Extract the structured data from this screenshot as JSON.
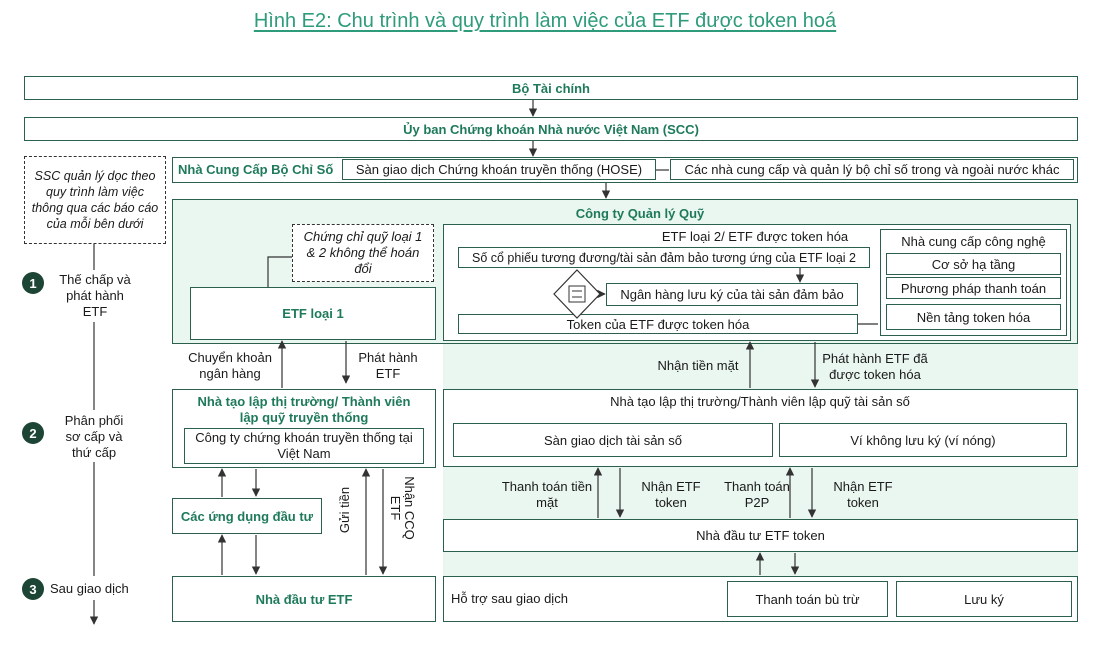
{
  "title": "Hình E2: Chu trình và quy trình làm việc của ETF được token hoá",
  "top": {
    "ministry": "Bộ Tài chính",
    "scc": "Ủy ban Chứng khoán Nhà nước Việt Nam (SCC)"
  },
  "index_providers": {
    "label": "Nhà Cung Cấp Bộ Chỉ Số",
    "hose": "Sàn giao dịch Chứng khoán truyền thống (HOSE)",
    "others": "Các nhà cung cấp và quản lý bộ chỉ số trong và ngoài nước khác"
  },
  "ssc_note": "SSC quản lý dọc theo quy trình làm việc thông qua các báo cáo của mỗi bên dưới",
  "stages": [
    {
      "num": "1",
      "label": "Thế chấp và phát hành ETF"
    },
    {
      "num": "2",
      "label": "Phân phối sơ cấp và thứ cấp"
    },
    {
      "num": "3",
      "label": "Sau giao dịch"
    }
  ],
  "fund_manager": {
    "title": "Công ty Quản lý Quỹ",
    "etf1": "ETF loại 1",
    "etf1_note": "Chứng chỉ quỹ loại 1 & 2 không thể hoán đổi",
    "etf2_title": "ETF loại 2/ ETF được token hóa",
    "shares_equiv": "Số cổ phiếu tương đương/tài sản đảm bảo tương ứng của ETF loại 2",
    "custodian_bank": "Ngân hàng lưu ký của tài sản đảm bảo",
    "token": "Token của ETF được token hóa",
    "tech_title": "Nhà cung cấp công nghệ",
    "tech_items": [
      "Cơ sở hạ tầng",
      "Phương pháp thanh toán",
      "Nền tảng token hóa"
    ]
  },
  "flows": {
    "bank_transfer": "Chuyển khoản ngân hàng",
    "issue_etf": "Phát hành ETF",
    "receive_cash": "Nhận tiền mặt",
    "issue_tokenized": "Phát hành ETF đã được token hóa",
    "deposit": "Gửi tiền",
    "receive_ccq": "Nhận CCQ ETF",
    "pay_cash": "Thanh toán tiền mặt",
    "receive_token_1": "Nhận ETF token",
    "pay_p2p": "Thanh toán P2P",
    "receive_token_2": "Nhận ETF token"
  },
  "market_makers": {
    "traditional_title": "Nhà tạo lập thị trường/ Thành viên lập quỹ truyền thống",
    "traditional_company": "Công ty chứng khoán truyền thống tại Việt Nam",
    "digital_title": "Nhà tạo lập thị trường/Thành viên lập quỹ tài sản số",
    "digital_exchange": "Sàn giao dịch tài sản số",
    "wallet": "Ví không lưu ký (ví nóng)"
  },
  "investment_apps": "Các ứng dụng đầu tư",
  "etf_token_investor": "Nhà đầu tư ETF token",
  "etf_investor": "Nhà đầu tư ETF",
  "post_trade": {
    "label": "Hỗ trợ sau giao dịch",
    "clearing": "Thanh toán bù trừ",
    "custody": "Lưu ký"
  },
  "colors": {
    "accent": "#1e7a5a",
    "panel": "#eaf6f0",
    "dark": "#1d4536"
  },
  "icons": {
    "swap": "swap-diamond-icon"
  }
}
